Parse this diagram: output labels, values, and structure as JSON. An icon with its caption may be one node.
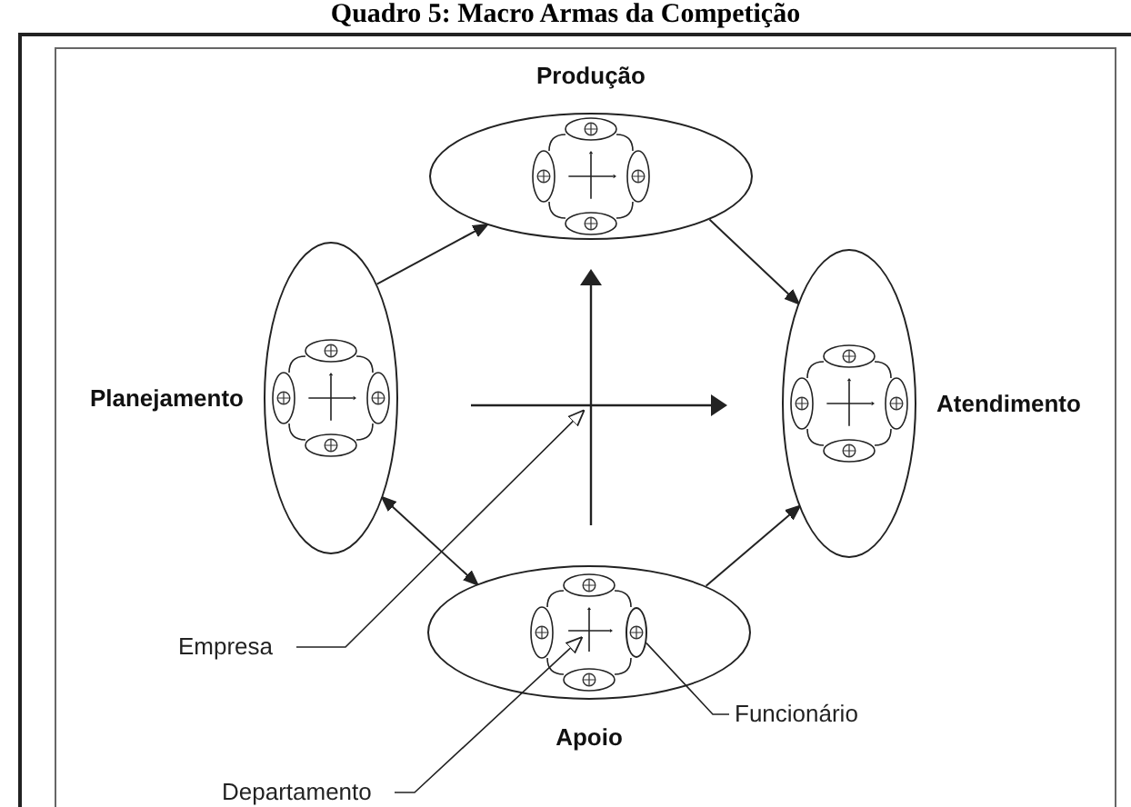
{
  "diagram": {
    "title": "Quadro 5: Macro Armas da Competição",
    "nodes": [
      {
        "text": [
          "Produção"
        ]
      },
      {
        "text": [
          "Planejamento"
        ]
      },
      {
        "text": [
          "Atendimento"
        ]
      },
      {
        "text": [
          "Apoio"
        ]
      },
      {
        "text": [],
        "shape": "cross"
      },
      {
        "text": [],
        "shape": "cross",
        "in": 3
      },
      {
        "text": [],
        "shape": "ellipse",
        "in": 3
      },
      {
        "text": [
          "Empresa"
        ]
      },
      {
        "text": [
          "Departamento"
        ]
      },
      {
        "text": [
          "Funcionário"
        ]
      }
    ],
    "edges": [
      {
        "from": 1,
        "to": 0,
        "arrow": "to"
      },
      {
        "from": 0,
        "to": 2,
        "arrow": "to"
      },
      {
        "from": 3,
        "to": 2,
        "arrow": "to"
      },
      {
        "from": 1,
        "to": 3,
        "arrow": "both"
      },
      {
        "from": 7,
        "to": 4,
        "arrow": "to"
      },
      {
        "from": 8,
        "to": 5,
        "arrow": "to"
      },
      {
        "from": 9,
        "to": 6,
        "arrow": "none"
      }
    ]
  }
}
